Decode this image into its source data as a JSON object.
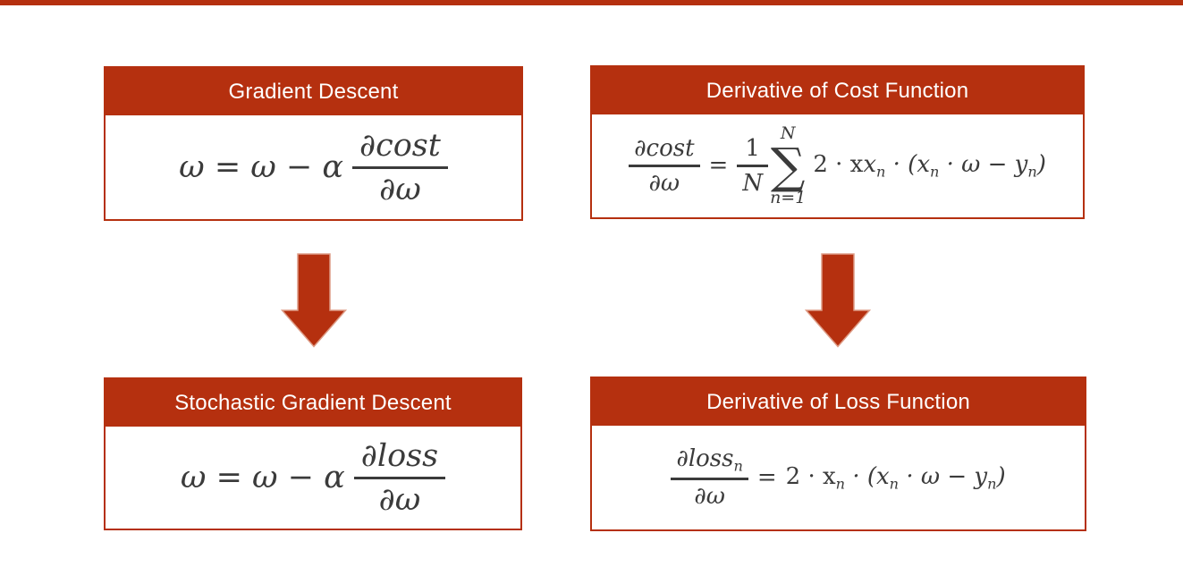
{
  "page": {
    "accent_color": "#b5300f",
    "math_color": "#3b3b3b",
    "background": "#ffffff"
  },
  "boxes": {
    "gradient_descent": {
      "title": "Gradient Descent",
      "formula": {
        "lead": "ω = ω − α",
        "frac_num": "∂cost",
        "frac_den": "∂ω"
      }
    },
    "cost_derivative": {
      "title": "Derivative of Cost Function",
      "formula": {
        "frac1_num": "∂cost",
        "frac1_den": "∂ω",
        "equals": "=",
        "frac2_num": "1",
        "frac2_den": "N",
        "sum_upper": "N",
        "sum_sigma": "∑",
        "sum_lower": "n=1",
        "body_p1": "2 · x",
        "body_s1": "n",
        "body_p2": " · (x",
        "body_s2": "n",
        "body_p3": " · ω − y",
        "body_s3": "n",
        "body_p4": ")"
      }
    },
    "stochastic_gradient_descent": {
      "title": "Stochastic Gradient Descent",
      "formula": {
        "lead": "ω = ω − α",
        "frac_num": "∂loss",
        "frac_den": "∂ω"
      }
    },
    "loss_derivative": {
      "title": "Derivative of Loss Function",
      "formula": {
        "frac_num": "∂loss",
        "frac_num_sub": "n",
        "frac_den": "∂ω",
        "equals": "=",
        "body_p1": "2 · x",
        "body_s1": "n",
        "body_p2": " · (x",
        "body_s2": "n",
        "body_p3": " · ω − y",
        "body_s3": "n",
        "body_p4": ")"
      }
    }
  },
  "arrows": {
    "left": "down-arrow",
    "right": "down-arrow"
  }
}
